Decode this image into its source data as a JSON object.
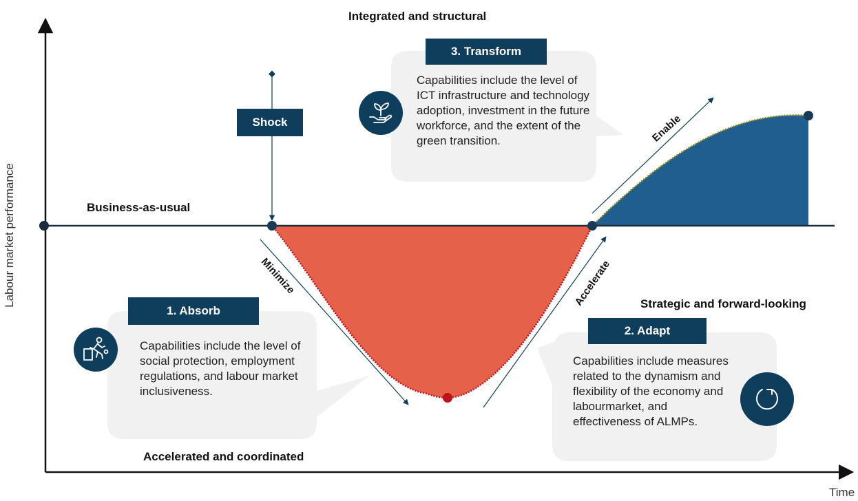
{
  "headings": {
    "top": "Integrated and structural",
    "bau": "Business-as-usual",
    "bottom": "Accelerated and coordinated",
    "right": "Strategic and forward-looking"
  },
  "axes": {
    "y_label": "Labour market performance",
    "x_label": "Time"
  },
  "shock": {
    "label": "Shock"
  },
  "arrows": {
    "minimize": "Minimize",
    "accelerate": "Accelerate",
    "enable": "Enable"
  },
  "phases": [
    {
      "title": "1. Absorb",
      "icon": "person-pushing-icon",
      "text": "Capabilities include the level of social protection, employment regulations, and labour market inclusiveness."
    },
    {
      "title": "2. Adapt",
      "icon": "circular-arrow-icon",
      "text": "Capabilities include measures related to the dynamism and flexibility of the economy and labourmarket, and effectiveness of ALMPs."
    },
    {
      "title": "3. Transform",
      "icon": "plant-in-hand-icon",
      "text": "Capabilities include the level of ICT infrastructure and technology adoption, investment in the future workforce, and the extent of the green transition."
    }
  ],
  "colors": {
    "navy": "#0f3d5c",
    "dip_fill": "#e5614a",
    "dip_outline": "#c0101a",
    "growth_fill": "#1f5e8f",
    "growth_outline": "#8a8a1a",
    "bubble": "#f1f1f1"
  }
}
